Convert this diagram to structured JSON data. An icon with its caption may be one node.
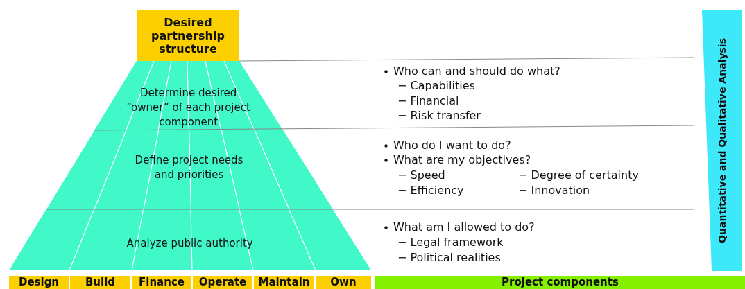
{
  "diagram": {
    "nodes": [
      {
        "text": [
          "Desired partnership structure"
        ]
      },
      {
        "text": [
          "Determine desired “owner” of each project component"
        ]
      },
      {
        "text": [
          "Define project needs and priorities"
        ]
      },
      {
        "text": [
          "Analyze public authority"
        ]
      },
      {
        "text": [
          "Design"
        ]
      },
      {
        "text": [
          "Build"
        ]
      },
      {
        "text": [
          "Finance"
        ]
      },
      {
        "text": [
          "Operate"
        ]
      },
      {
        "text": [
          "Maintain"
        ]
      },
      {
        "text": [
          "Own"
        ]
      },
      {
        "text": [
          "Project components"
        ]
      },
      {
        "text": [
          "Quantitative and Qualitative Analysis"
        ]
      }
    ],
    "edges": [],
    "labels": [
      "Who can and should do what?",
      "− Capabilities",
      "− Financial",
      "− Risk transfer",
      "Who do I want to do?",
      "What are my objectives?",
      "− Speed",
      "− Degree of certainty",
      "− Efficiency",
      "− Innovation",
      "What am I allowed to do?",
      "− Legal framework",
      "− Political realities"
    ]
  }
}
